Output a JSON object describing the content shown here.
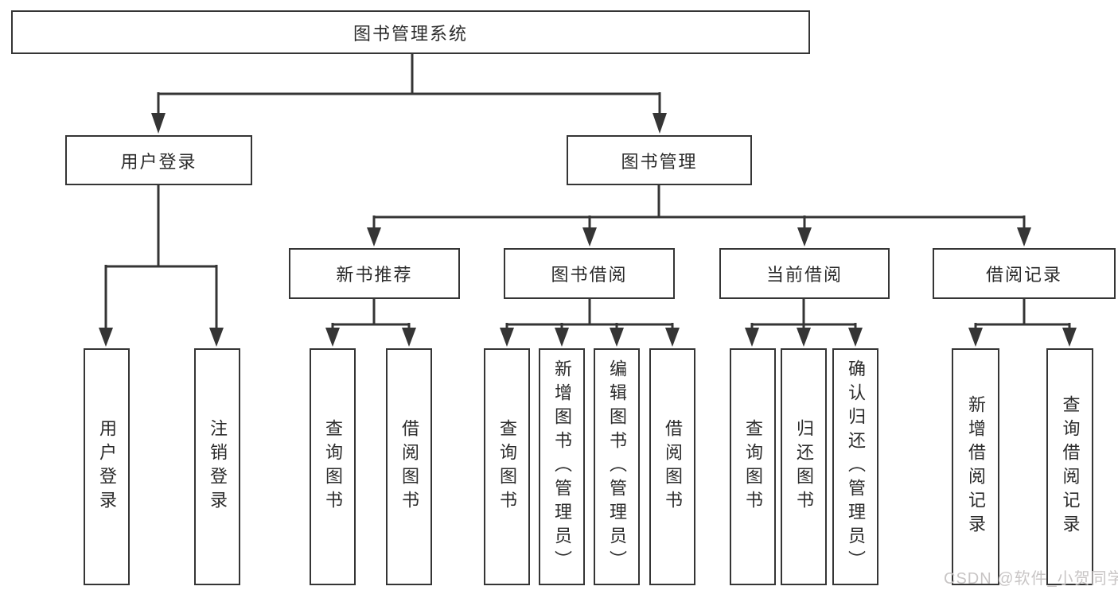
{
  "diagram_title": "图书管理系统",
  "nodes": {
    "root": {
      "label": "图书管理系统"
    },
    "level2": [
      {
        "label": "用户登录"
      },
      {
        "label": "图书管理"
      }
    ],
    "level3": [
      {
        "label": "新书推荐"
      },
      {
        "label": "图书借阅"
      },
      {
        "label": "当前借阅"
      },
      {
        "label": "借阅记录"
      }
    ],
    "leaves": {
      "user_login": [
        "用户登录",
        "注销登录"
      ],
      "new_book_rec": [
        "查询图书",
        "借阅图书"
      ],
      "book_borrow": [
        "查询图书",
        "新增图书（管理员）",
        "编辑图书（管理员）",
        "借阅图书"
      ],
      "current_borrow": [
        "查询图书",
        "归还图书",
        "确认归还（管理员）"
      ],
      "borrow_records": [
        "新增借阅记录",
        "查询借阅记录"
      ]
    }
  },
  "colors": {
    "line": "#353535",
    "text": "#2b2b2b",
    "watermark": "#c8c5c5",
    "background": "#ffffff"
  },
  "watermark": {
    "text": "CSDN @软件_小贺同学"
  }
}
